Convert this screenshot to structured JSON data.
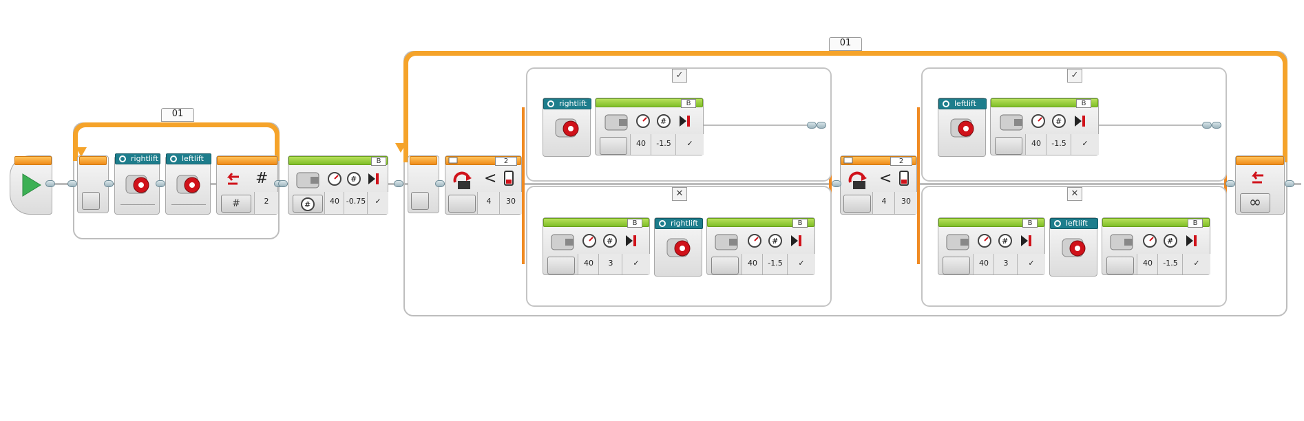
{
  "loops": {
    "loop1_label": "01",
    "loop2_label": "01",
    "loop1_count": "2",
    "loop2_mode_icon": "infinity-icon",
    "loop2_mode_symbol": "∞"
  },
  "blocks": {
    "rightlift_1": "rightlift",
    "leftlift_1": "leftlift",
    "med_motor_port": "B",
    "med_motor_power": "40",
    "med_motor_rot": "-0.75",
    "switch1_port": "2",
    "switch1_compare": "4",
    "switch1_threshold": "30",
    "switch2_port": "2",
    "switch2_compare": "4",
    "switch2_threshold": "30"
  },
  "case_true_1": {
    "tab_symbol": "✓",
    "mymotor_label": "rightlift",
    "motor_port": "B",
    "power": "40",
    "rotations": "-1.5"
  },
  "case_false_1": {
    "tab_symbol": "✕",
    "motorA_port": "B",
    "motorA_power": "40",
    "motorA_rot": "3",
    "mymotor_label": "rightlift",
    "motorB_port": "B",
    "motorB_power": "40",
    "motorB_rot": "-1.5"
  },
  "case_true_2": {
    "tab_symbol": "✓",
    "mymotor_label": "leftlift",
    "motor_port": "B",
    "power": "40",
    "rotations": "-1.5"
  },
  "case_false_2": {
    "tab_symbol": "✕",
    "motorA_port": "B",
    "motorA_power": "40",
    "motorA_rot": "3",
    "mymotor_label": "leftlift",
    "motorB_port": "B",
    "motorB_power": "40",
    "motorB_rot": "-1.5"
  },
  "symbols": {
    "hash": "#",
    "less_than": "<",
    "check": "✓"
  },
  "colors": {
    "loop_orange": "#f5a32a",
    "motor_green": "#7fbe28",
    "mymotor_teal": "#1d7d8c",
    "start_green": "#3cb054"
  }
}
